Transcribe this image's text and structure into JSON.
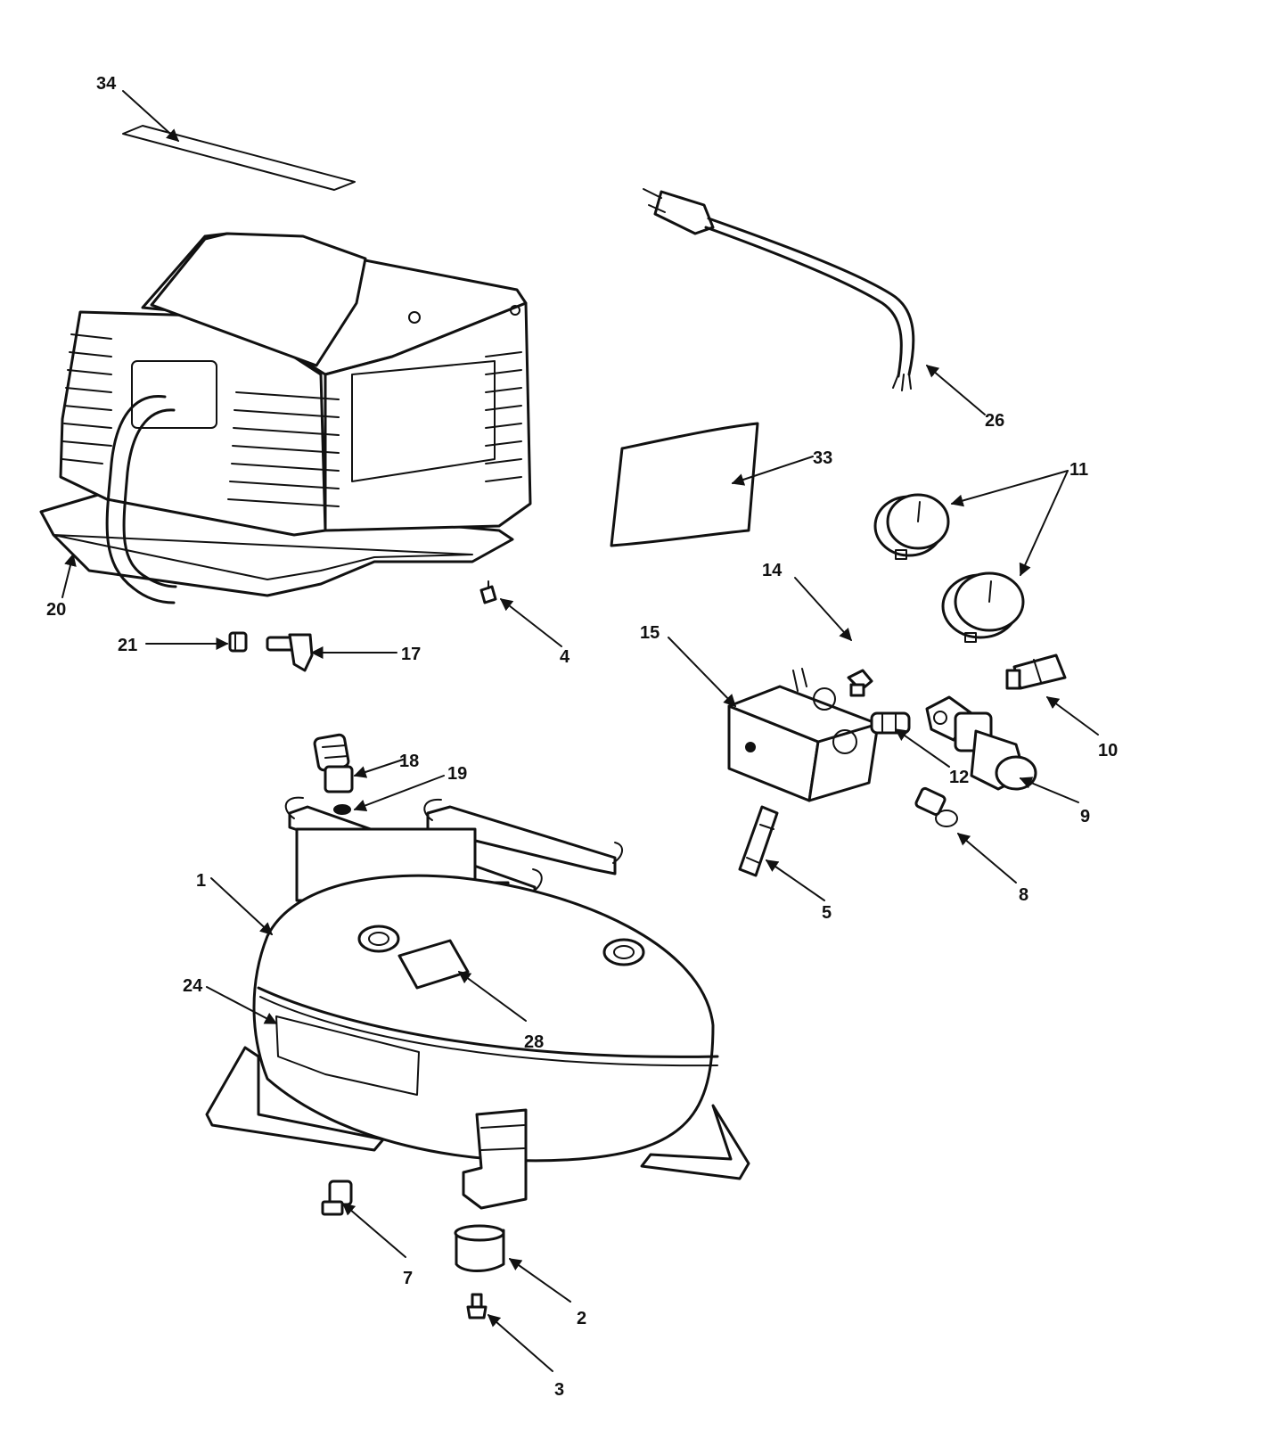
{
  "labels": {
    "p1": "1",
    "p2": "2",
    "p3": "3",
    "p4": "4",
    "p5": "5",
    "p7": "7",
    "p8": "8",
    "p9": "9",
    "p10": "10",
    "p11": "11",
    "p12": "12",
    "p14": "14",
    "p15": "15",
    "p17": "17",
    "p18": "18",
    "p19": "19",
    "p20": "20",
    "p21": "21",
    "p24": "24",
    "p26": "26",
    "p28": "28",
    "p33": "33",
    "p34": "34"
  }
}
